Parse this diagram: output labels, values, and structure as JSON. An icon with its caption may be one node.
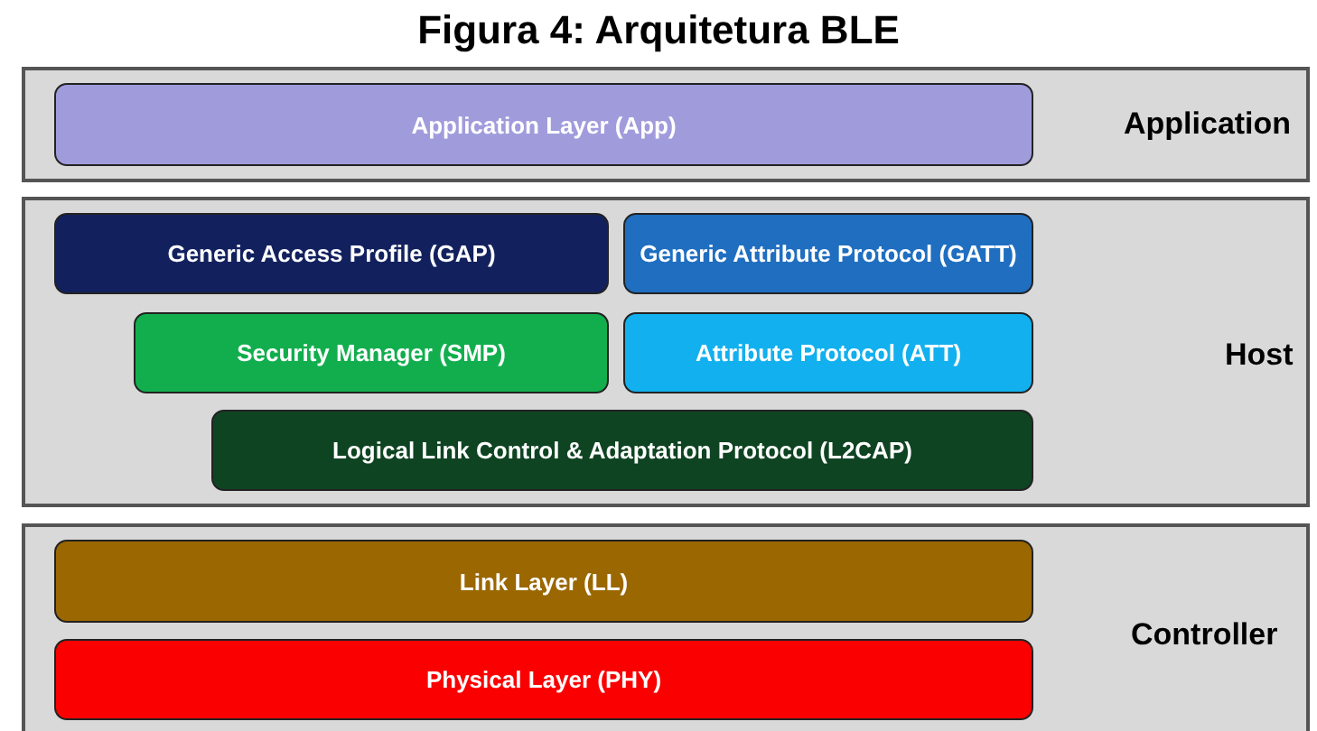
{
  "diagram": {
    "title": "Figura 4: Arquitetura BLE",
    "nodes": [
      {
        "text": [
          "Application"
        ]
      },
      {
        "text": [
          "Application Layer (App)"
        ],
        "in": 0
      },
      {
        "text": [
          "Host"
        ]
      },
      {
        "text": [
          "Generic Access Profile (GAP)"
        ],
        "in": 2
      },
      {
        "text": [
          "Generic Attribute Protocol (GATT)"
        ],
        "in": 2
      },
      {
        "text": [
          "Security Manager (SMP)"
        ],
        "in": 2
      },
      {
        "text": [
          "Attribute Protocol (ATT)"
        ],
        "in": 2
      },
      {
        "text": [
          "Logical Link Control & Adaptation Protocol (L2CAP)"
        ],
        "in": 2
      },
      {
        "text": [
          "Controller"
        ]
      },
      {
        "text": [
          "Link Layer (LL)"
        ],
        "in": 8
      },
      {
        "text": [
          "Physical Layer (PHY)"
        ],
        "in": 8
      }
    ]
  }
}
